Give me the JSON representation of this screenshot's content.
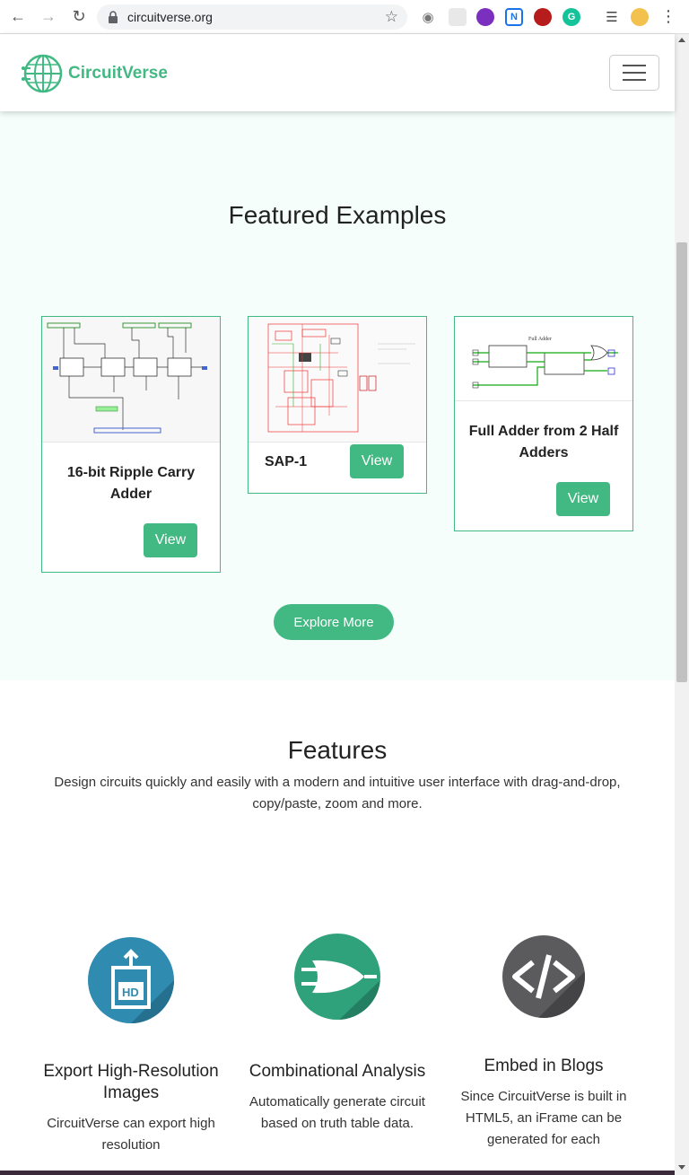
{
  "browser": {
    "url": "circuitverse.org",
    "extensions": [
      {
        "name": "camera",
        "label": "",
        "color": "#777777"
      },
      {
        "name": "dots",
        "label": "",
        "color": "#cccccc"
      },
      {
        "name": "colorzilla",
        "label": "",
        "color": "#7b2fbf"
      },
      {
        "name": "notion",
        "label": "N",
        "color": "#1a73e8"
      },
      {
        "name": "ublock",
        "label": "",
        "color": "#b71c1c"
      },
      {
        "name": "grammarly",
        "label": "G",
        "color": "#15c39a"
      },
      {
        "name": "playlist",
        "label": "",
        "color": "#555555"
      },
      {
        "name": "profile",
        "label": "",
        "color": "#f2c14e"
      }
    ]
  },
  "navbar": {
    "brand": "CircuitVerse"
  },
  "featured": {
    "title": "Featured Examples",
    "cards": [
      {
        "title": "16-bit Ripple Carry Adder",
        "button": "View"
      },
      {
        "title": "SAP-1",
        "button": "View"
      },
      {
        "title": "Full Adder from 2 Half Adders",
        "button": "View"
      }
    ],
    "explore_label": "Explore More"
  },
  "features": {
    "title": "Features",
    "description": "Design circuits quickly and easily with a modern and intuitive user interface with drag-and-drop, copy/paste, zoom and more.",
    "items": [
      {
        "title": "Export High-Resolution Images",
        "text": "CircuitVerse can export high resolution"
      },
      {
        "title": "Combinational Analysis",
        "text": "Automatically generate circuit based on truth table data."
      },
      {
        "title": "Embed in Blogs",
        "text": "Since CircuitVerse is built in HTML5, an iFrame can be generated for each"
      }
    ],
    "icon_colors": {
      "export": "#2f8bb0",
      "combinational": "#2fa27c",
      "embed": "#5b5b5e"
    }
  },
  "colors": {
    "brand": "#42b983",
    "section_bg": "#f5fefb"
  }
}
